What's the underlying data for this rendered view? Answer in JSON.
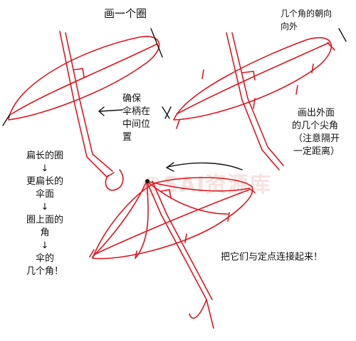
{
  "watermark": "@SAI资源库",
  "labels": {
    "draw_circle": "画一个圈",
    "points_out_1": "几个角的朝向",
    "points_out_2": "向外",
    "handle_1": "确保",
    "handle_2": "伞柄在",
    "handle_3": "中间位",
    "handle_4": "置",
    "tips_1": "画出外面",
    "tips_2": "的几个尖角",
    "tips_3": "（注意隔开",
    "tips_4": "一定距离）",
    "connect": "把它们与定点连接起来！"
  },
  "flow": {
    "steps": [
      "扁长的圈",
      "更扁长的",
      "伞面",
      "圈上面的",
      "角",
      "伞的",
      "几个角！"
    ],
    "arrow": "↓"
  },
  "colors": {
    "sketch": "#e0141e",
    "ink": "#111111"
  }
}
